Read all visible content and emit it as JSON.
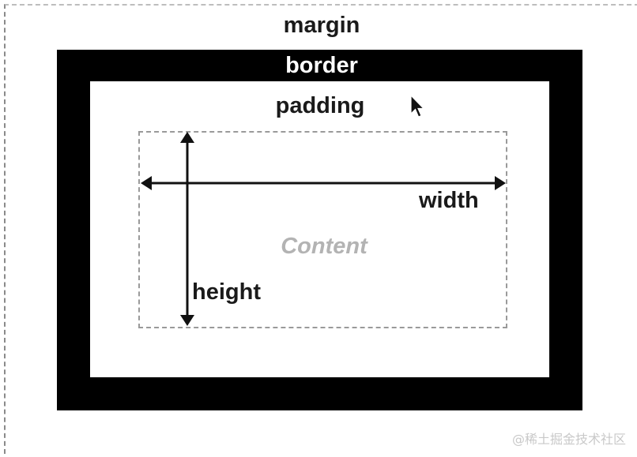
{
  "diagram": {
    "margin_label": "margin",
    "border_label": "border",
    "padding_label": "padding",
    "content_label": "Content",
    "width_label": "width",
    "height_label": "height"
  },
  "watermark": "@稀土掘金技术社区",
  "icons": {
    "cursor": "mouse-pointer-icon",
    "width_arrow": "double-arrow-horizontal",
    "height_arrow": "double-arrow-vertical"
  },
  "colors": {
    "border": "#000000",
    "text": "#1a1a1a",
    "content_text": "#b3b3b3",
    "dashed_line": "#9a9a9a",
    "watermark": "#c9c9c9"
  }
}
